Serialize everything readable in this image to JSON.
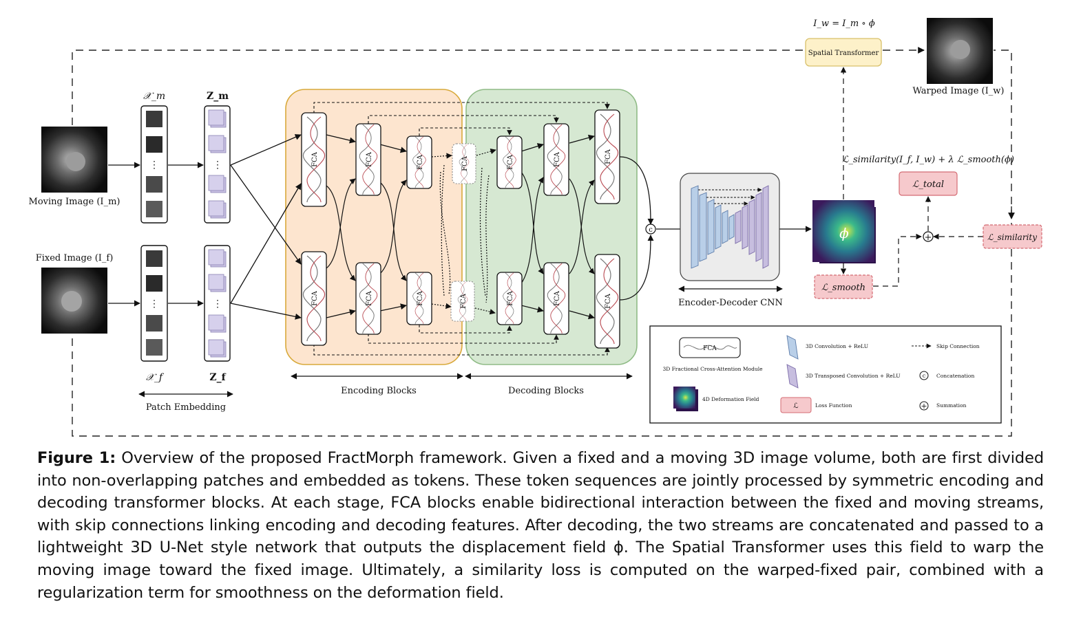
{
  "colors": {
    "encoding_bg": "#fde5cf",
    "encoding_border": "#d8a93a",
    "decoding_bg": "#d6e8d2",
    "decoding_border": "#8fbb86",
    "spatial_bg": "#fdf1c9",
    "spatial_border": "#d8c06a",
    "loss_bg": "#f6c9cc",
    "loss_border": "#d46b73",
    "conv_blue": "#b9cfe8",
    "conv_purple": "#c7bedf",
    "token_purple": "#c9c2e3",
    "unet_bg": "#ececec"
  },
  "labels": {
    "moving_image": "Moving Image (I_m)",
    "fixed_image": "Fixed Image (I_f)",
    "xm": "𝒳_m",
    "zm": "Z_m",
    "xf": "𝒳_f",
    "zf": "Z_f",
    "patch_embedding": "Patch Embedding",
    "encoding_blocks": "Encoding Blocks",
    "decoding_blocks": "Decoding Blocks",
    "encoder_decoder_cnn": "Encoder-Decoder CNN",
    "spatial_transformer": "Spatial Transformer",
    "warp_equation": "I_w = I_m ∘ ϕ",
    "warped_image": "Warped Image (I_w)",
    "loss_equation": "ℒ_similarity(I_f, I_w) + λ ℒ_smooth(ϕ)",
    "l_total": "ℒ_total",
    "l_similarity": "ℒ_similarity",
    "l_smooth": "ℒ_smooth",
    "phi": "ϕ",
    "fca": "FCA",
    "concat_symbol": "c",
    "sum_symbol": "+",
    "ellipsis": "⋮"
  },
  "legend": {
    "fca": "3D Fractional Cross-Attention Module",
    "deformation": "4D Deformation Field",
    "conv": "3D Convolution + ReLU",
    "tconv": "3D Transposed Convolution + ReLU",
    "loss": "Loss Function",
    "skip": "Skip Connection",
    "concat": "Concatenation",
    "sum": "Summation",
    "loss_symbol": "ℒ"
  },
  "caption": {
    "label": "Figure 1:",
    "text": "Overview of the proposed FractMorph framework. Given a fixed and a moving 3D image volume, both are first divided into non-overlapping patches and embedded as tokens. These token sequences are jointly processed by symmetric encoding and decoding transformer blocks. At each stage, FCA blocks enable bidirectional interaction between the fixed and moving streams, with skip connections linking encoding and decoding features. After decoding, the two streams are concatenated and passed to a lightweight 3D U-Net style network that outputs the displacement field ϕ. The Spatial Transformer uses this field to warp the moving image toward the fixed image. Ultimately, a similarity loss is computed on the warped-fixed pair, combined with a regularization term for smoothness on the deformation field."
  }
}
